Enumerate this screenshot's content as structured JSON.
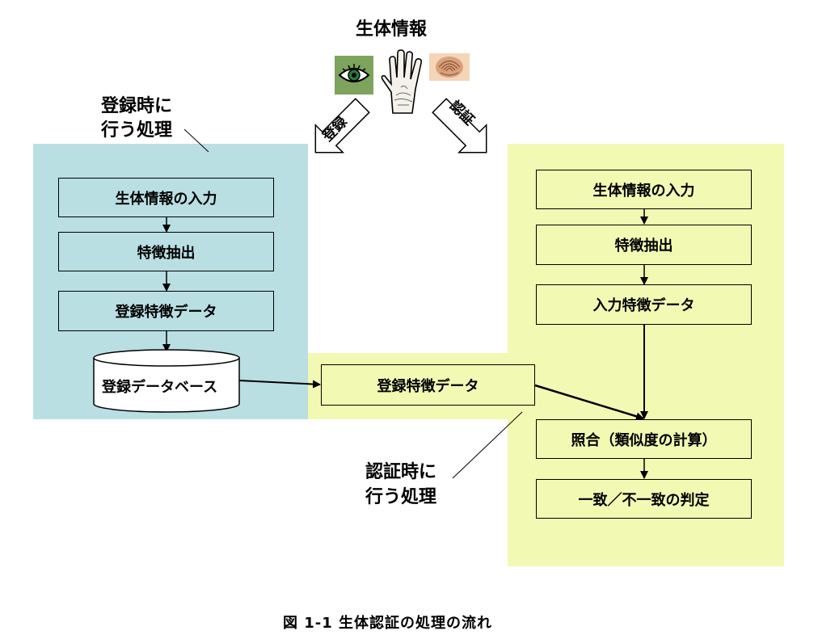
{
  "top": {
    "title": "生体情報"
  },
  "arrows": {
    "register": "登録",
    "authenticate": "認証"
  },
  "registration": {
    "caption_line1": "登録時に",
    "caption_line2": "行う処理",
    "steps": [
      "生体情報の入力",
      "特徴抽出",
      "登録特徴データ"
    ],
    "database": "登録データベース"
  },
  "authentication": {
    "caption_line1": "認証時に",
    "caption_line2": "行う処理",
    "steps": [
      "生体情報の入力",
      "特徴抽出",
      "入力特徴データ"
    ],
    "stored_feature": "登録特徴データ",
    "match": "照合（類似度の計算）",
    "decision": "一致／不一致の判定"
  },
  "figure_caption": "図 1-1 生体認証の処理の流れ",
  "colors": {
    "registration_bg": "#b9dfe3",
    "authentication_bg": "#f1f9b3",
    "eye_icon_bg": "#7ea35c"
  },
  "icons": [
    "eye-icon",
    "hand-icon",
    "fingerprint-icon"
  ]
}
